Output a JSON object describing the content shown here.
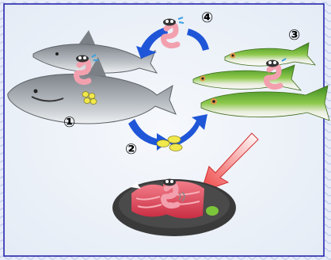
{
  "diagram": {
    "steps": [
      {
        "id": "step-1",
        "label": "①"
      },
      {
        "id": "step-2",
        "label": "②"
      },
      {
        "id": "step-3",
        "label": "③"
      },
      {
        "id": "step-4",
        "label": "④"
      }
    ],
    "colors": {
      "frame": "#1a1aa8",
      "outer_pattern": "#d9e1f4",
      "inner_bg": "#eef3fa",
      "arrow_blue": "#1f56d8",
      "arrow_red": "#ee4a4a",
      "worm_pink": "#f3a0ae",
      "egg_yellow": "#f1e84c",
      "mackerel_green": "#4f9a2a",
      "dolphin_gray": "#9aa0a6"
    },
    "icons": [
      "dolphin-icon",
      "mackerel-icon",
      "anisakis-larva-icon",
      "sashimi-plate-icon",
      "egg-icon"
    ]
  }
}
